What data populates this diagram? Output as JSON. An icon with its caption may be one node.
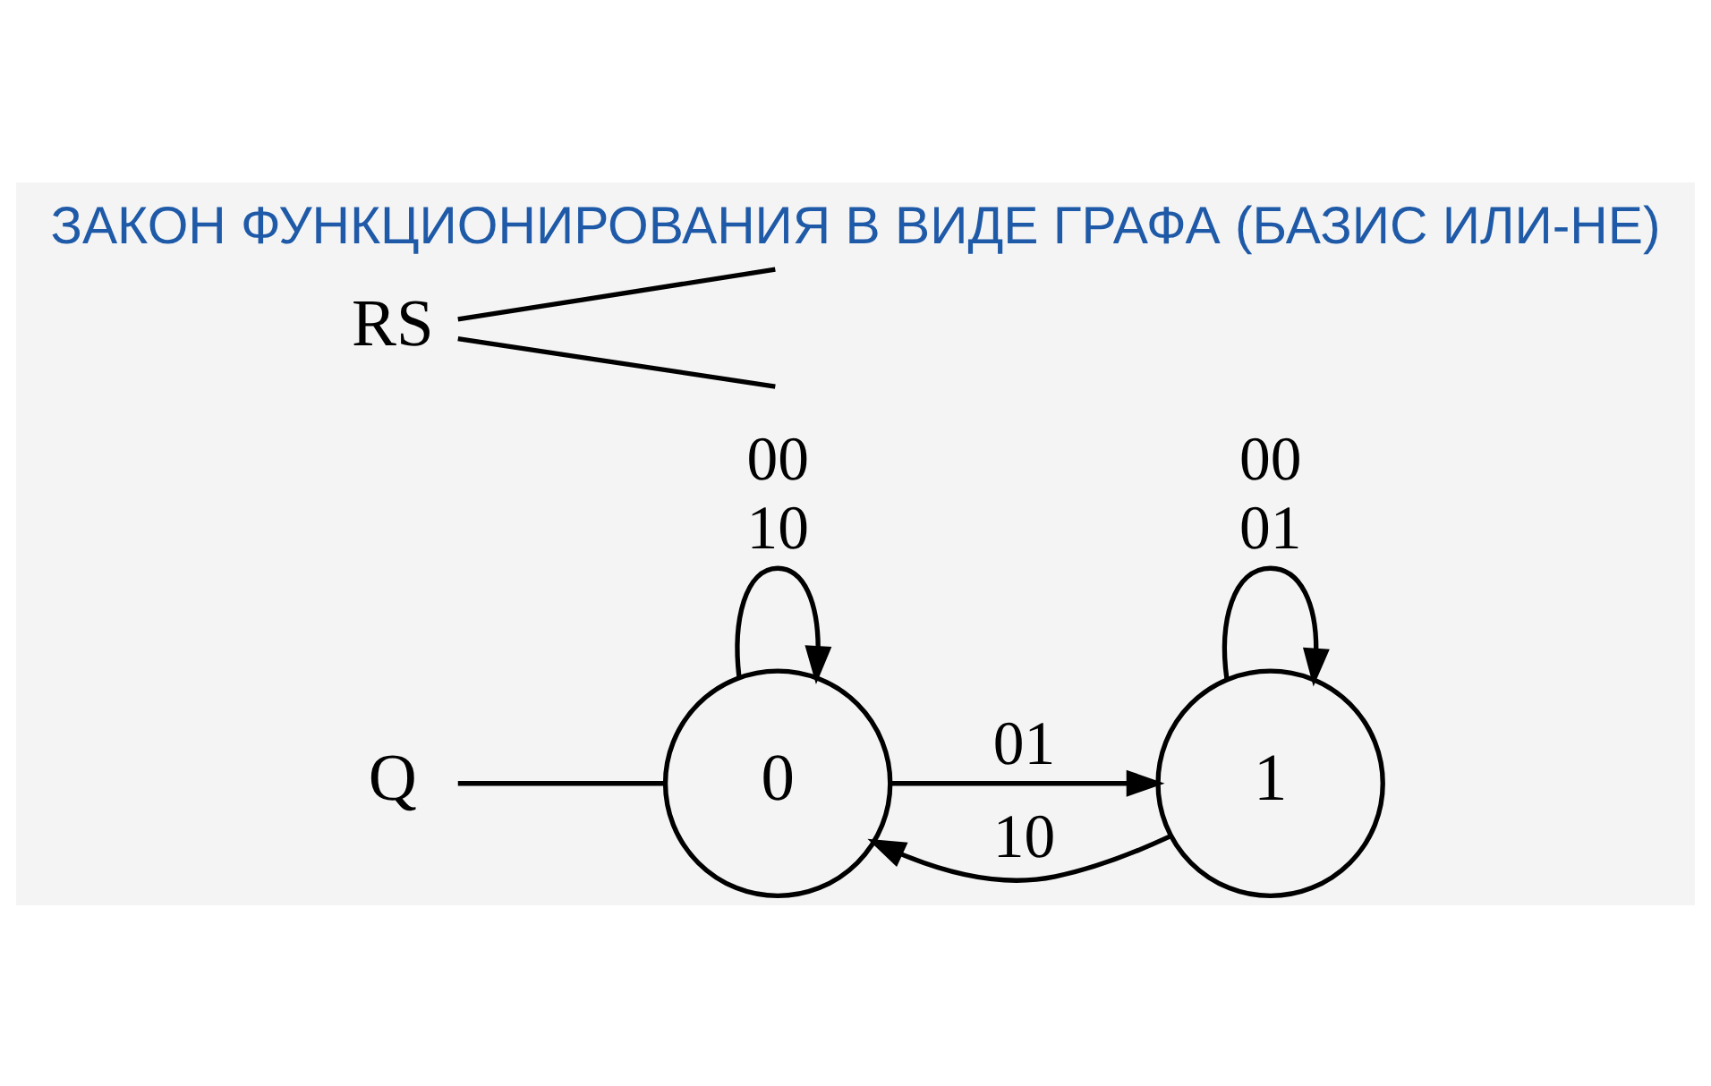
{
  "diagram": {
    "title": "ЗАКОН ФУНКЦИОНИРОВАНИЯ В ВИДЕ ГРАФА (БАЗИС ИЛИ-НЕ)",
    "nodes": [
      {
        "text": [
          "Q"
        ]
      },
      {
        "text": [
          "0"
        ]
      },
      {
        "text": [
          "1"
        ]
      },
      {
        "text": [
          "RS"
        ]
      }
    ],
    "edges": [
      {
        "from": 1,
        "to": 1,
        "arrow": "to",
        "label": "00 10"
      },
      {
        "from": 1,
        "to": 2,
        "arrow": "to",
        "label": "01"
      },
      {
        "from": 2,
        "to": 1,
        "arrow": "to",
        "label": "10"
      },
      {
        "from": 2,
        "to": 2,
        "arrow": "to",
        "label": "00 01"
      },
      {
        "from": 0,
        "to": 1,
        "arrow": "none"
      },
      {
        "from": 3,
        "to": null,
        "arrow": "none"
      },
      {
        "from": 3,
        "to": null,
        "arrow": "none"
      }
    ]
  }
}
